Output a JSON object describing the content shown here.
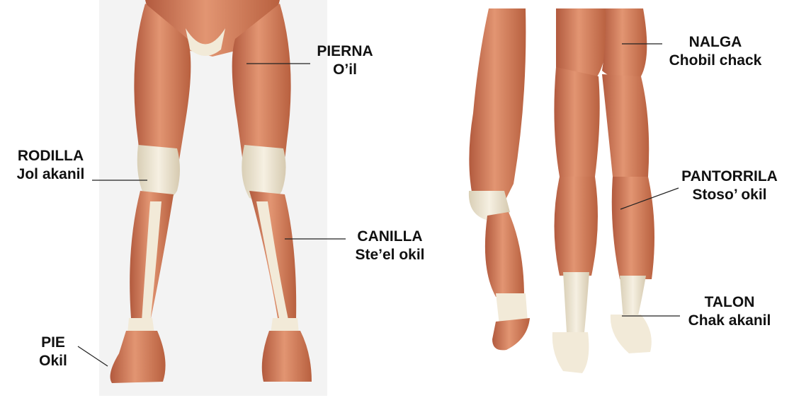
{
  "colors": {
    "muscle": "#d7805f",
    "muscle_dark": "#b25a3e",
    "muscle_light": "#eaa585",
    "tendon": "#f2ead8",
    "tendon_shadow": "#d9cfb6",
    "panel_bg": "#f3f3f3",
    "leader": "#222222",
    "text": "#111111"
  },
  "front_view": {
    "labels": [
      {
        "key": "pierna",
        "line1": "PIERNA",
        "line2": "O’il"
      },
      {
        "key": "rodilla",
        "line1": "RODILLA",
        "line2": "Jol akanil"
      },
      {
        "key": "canilla",
        "line1": "CANILLA",
        "line2": "Ste’el okil"
      },
      {
        "key": "pie",
        "line1": "PIE",
        "line2": "Okil"
      }
    ]
  },
  "back_view": {
    "labels": [
      {
        "key": "nalga",
        "line1": "NALGA",
        "line2": "Chobil chack"
      },
      {
        "key": "pantorrila",
        "line1": "PANTORRILA",
        "line2": "Stoso’ okil"
      },
      {
        "key": "talon",
        "line1": "TALON",
        "line2": "Chak akanil"
      }
    ]
  }
}
